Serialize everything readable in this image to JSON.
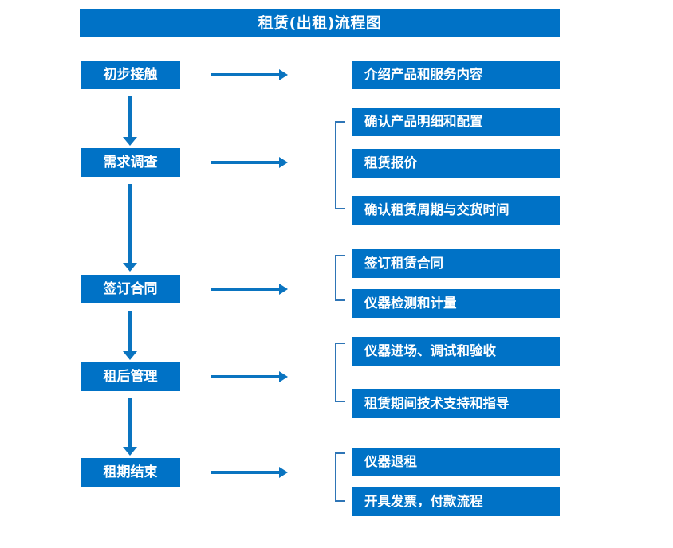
{
  "chart_data": {
    "type": "diagram",
    "title": "租赁(出租)流程图",
    "diagram_kind": "flowchart",
    "stages": [
      {
        "label": "初步接触",
        "details": [
          "介绍产品和服务内容"
        ]
      },
      {
        "label": "需求调查",
        "details": [
          "确认产品明细和配置",
          "租赁报价",
          "确认租赁周期与交货时间"
        ]
      },
      {
        "label": "签订合同",
        "details": [
          "签订租赁合同",
          "仪器检测和计量"
        ]
      },
      {
        "label": "租后管理",
        "details": [
          "仪器进场、调试和验收",
          "租赁期间技术支持和指导"
        ]
      },
      {
        "label": "租期结束",
        "details": [
          "仪器退租",
          "开具发票，付款流程"
        ]
      }
    ]
  },
  "header": {
    "title": "租赁(出租)流程图"
  },
  "stages": [
    {
      "label": "初步接触"
    },
    {
      "label": "需求调查"
    },
    {
      "label": "签订合同"
    },
    {
      "label": "租后管理"
    },
    {
      "label": "租期结束"
    }
  ],
  "details": [
    {
      "label": "介绍产品和服务内容"
    },
    {
      "label": "确认产品明细和配置"
    },
    {
      "label": "租赁报价"
    },
    {
      "label": "确认租赁周期与交货时间"
    },
    {
      "label": "签订租赁合同"
    },
    {
      "label": "仪器检测和计量"
    },
    {
      "label": "仪器进场、调试和验收"
    },
    {
      "label": "租赁期间技术支持和指导"
    },
    {
      "label": "仪器退租"
    },
    {
      "label": "开具发票，付款流程"
    }
  ],
  "colors": {
    "box_fill": "#0072C6",
    "arrow": "#0A74C0",
    "bracket": "#2E75B6",
    "box_text": "#FFFFFF",
    "background": "#FFFFFF"
  }
}
